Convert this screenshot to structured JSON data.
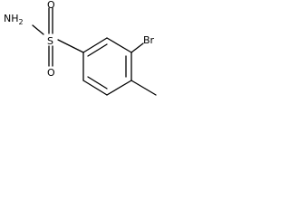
{
  "molecule": {
    "atoms": {
      "sulfonamide_n": "NH",
      "sulfonamide_n_h_count": "2",
      "sulfur": "S",
      "oxygen_top": "O",
      "oxygen_bottom": "O",
      "bromine": "Br"
    }
  },
  "colors": {
    "bond": "#000000",
    "text": "#000000",
    "background": "#ffffff"
  }
}
